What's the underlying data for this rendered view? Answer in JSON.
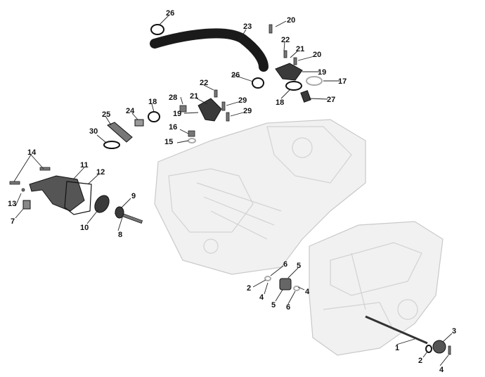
{
  "diagram": {
    "title": "Engine cooling system parts",
    "callouts": [
      "26",
      "23",
      "20",
      "22",
      "21",
      "20",
      "19",
      "17",
      "26",
      "18",
      "27",
      "22",
      "28",
      "21",
      "29",
      "19",
      "29",
      "18",
      "25",
      "24",
      "30",
      "16",
      "15",
      "14",
      "11",
      "12",
      "13",
      "7",
      "9",
      "10",
      "8",
      "6",
      "5",
      "2",
      "4",
      "4",
      "5",
      "6",
      "1",
      "3",
      "2",
      "4"
    ]
  }
}
